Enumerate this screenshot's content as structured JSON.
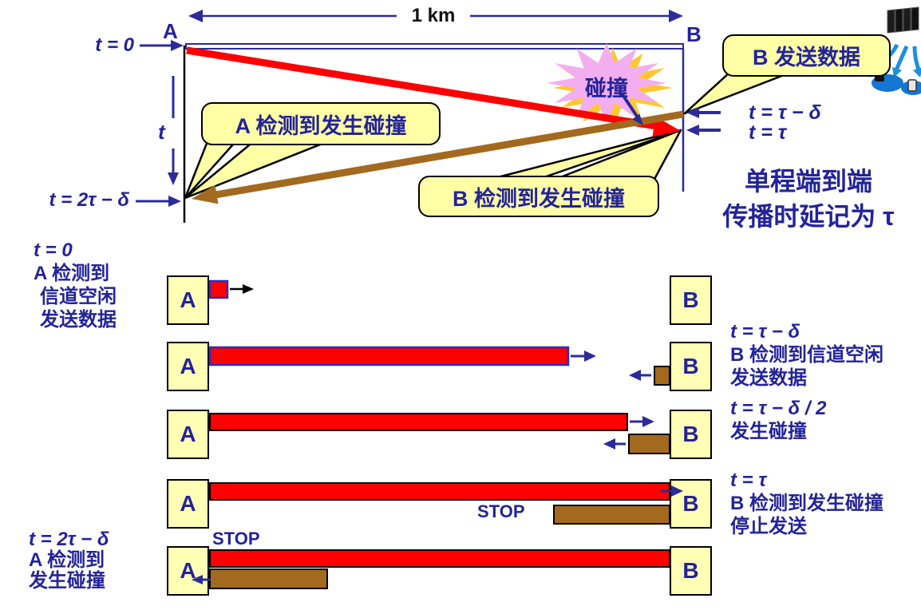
{
  "top": {
    "distance_label": "1 km",
    "node_a": "A",
    "node_b": "B",
    "t0_label": "t = 0",
    "t_axis_label": "t",
    "t_2tau_delta_label": "t = 2τ − δ",
    "t_tau_delta_label": "t = τ − δ",
    "t_tau_label": "t = τ",
    "collision_label": "碰撞",
    "callout_a_detect": "A 检测到发生碰撞",
    "callout_b_detect": "B 检测到发生碰撞",
    "callout_b_send": "B 发送数据",
    "note_line1": "单程端到端",
    "note_line2": "传播时延记为 τ"
  },
  "timeline": {
    "node_a": "A",
    "node_b": "B",
    "stop_label": "STOP",
    "rows": [
      {
        "side": "left",
        "lines": [
          "t = 0",
          "A 检测到",
          "信道空闲",
          "发送数据"
        ]
      },
      {
        "side": "right",
        "lines": [
          "t = τ − δ",
          "B 检测到信道空闲",
          "发送数据"
        ]
      },
      {
        "side": "right",
        "lines": [
          "t = τ − δ / 2",
          "发生碰撞"
        ]
      },
      {
        "side": "right",
        "lines": [
          "t = τ",
          "B 检测到发生碰撞",
          "停止发送"
        ]
      },
      {
        "side": "left",
        "lines": [
          "t = 2τ − δ",
          "A 检测到",
          "发生碰撞"
        ]
      }
    ]
  },
  "colors": {
    "navy_text": "#23239B",
    "red_signal": "#FF0000",
    "brown_signal": "#A3691E",
    "yellow_box": "#FFFFB5",
    "callout_yellow": "#FFFFA6",
    "collision_pink": "#F2AEF0",
    "collision_gold": "#FFC832",
    "clipart_blue": "#1E8FE0"
  }
}
